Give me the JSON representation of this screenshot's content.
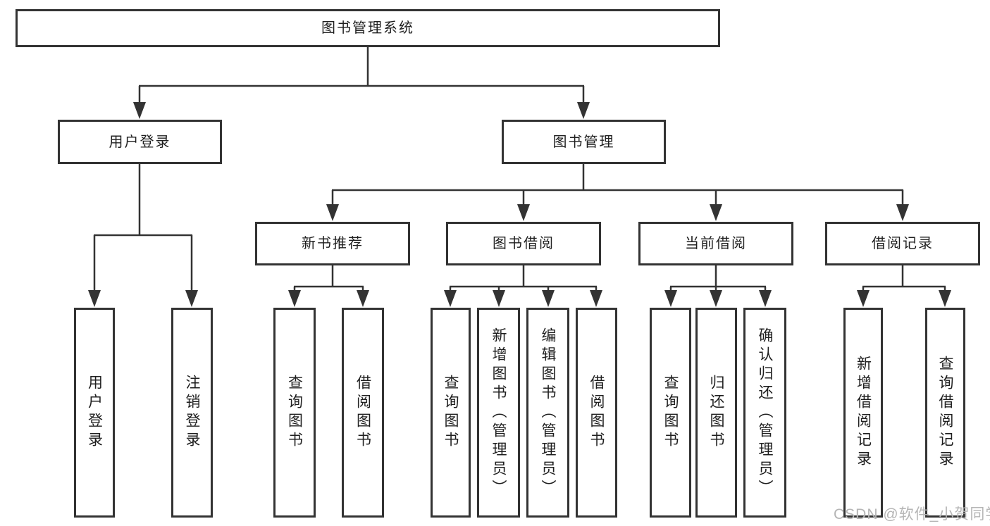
{
  "tree": {
    "root": {
      "label": "图书管理系统"
    },
    "branches": [
      {
        "label": "用户登录",
        "children": [
          {
            "label": "用户登录"
          },
          {
            "label": "注销登录"
          }
        ]
      },
      {
        "label": "图书管理",
        "children": [
          {
            "label": "新书推荐",
            "children": [
              {
                "label": "查询图书"
              },
              {
                "label": "借阅图书"
              }
            ]
          },
          {
            "label": "图书借阅",
            "children": [
              {
                "label": "查询图书"
              },
              {
                "label": "新增图书（管理员）"
              },
              {
                "label": "编辑图书（管理员）"
              },
              {
                "label": "借阅图书"
              }
            ]
          },
          {
            "label": "当前借阅",
            "children": [
              {
                "label": "查询图书"
              },
              {
                "label": "归还图书"
              },
              {
                "label": "确认归还（管理员）"
              }
            ]
          },
          {
            "label": "借阅记录",
            "children": [
              {
                "label": "新增借阅记录"
              },
              {
                "label": "查询借阅记录"
              }
            ]
          }
        ]
      }
    ]
  },
  "watermark": {
    "text": "CSDN @软件_小贺同学"
  },
  "colors": {
    "line": "#333333",
    "text": "#1f1f1f",
    "watermark": "#b5b5b5",
    "background": "#ffffff"
  }
}
